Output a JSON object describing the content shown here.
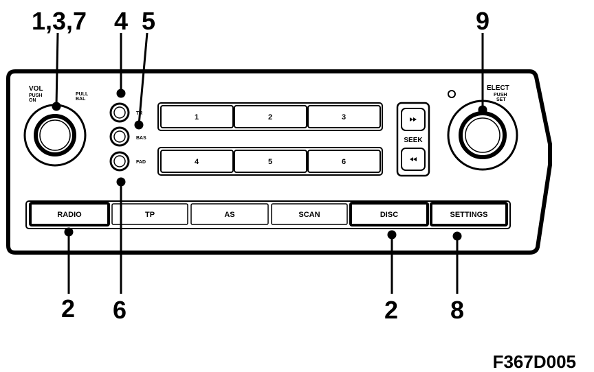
{
  "callouts": {
    "c137": "1,3,7",
    "c4": "4",
    "c5": "5",
    "c9": "9",
    "c2a": "2",
    "c6": "6",
    "c2b": "2",
    "c8": "8"
  },
  "labels": {
    "vol": "VOL",
    "push": "PUSH",
    "on": "ON",
    "pull": "PULL",
    "bal": "BAL",
    "tr": "TR",
    "bas": "BAS",
    "fad": "FAD",
    "seek": "SEEK",
    "select": "ELECT",
    "push_set_1": "PUSH",
    "push_set_2": "SET"
  },
  "presets": [
    "1",
    "2",
    "3",
    "4",
    "5",
    "6"
  ],
  "bottom_buttons": [
    "RADIO",
    "TP",
    "AS",
    "SCAN",
    "DISC",
    "SETTINGS"
  ],
  "figure_code": "F367D005"
}
